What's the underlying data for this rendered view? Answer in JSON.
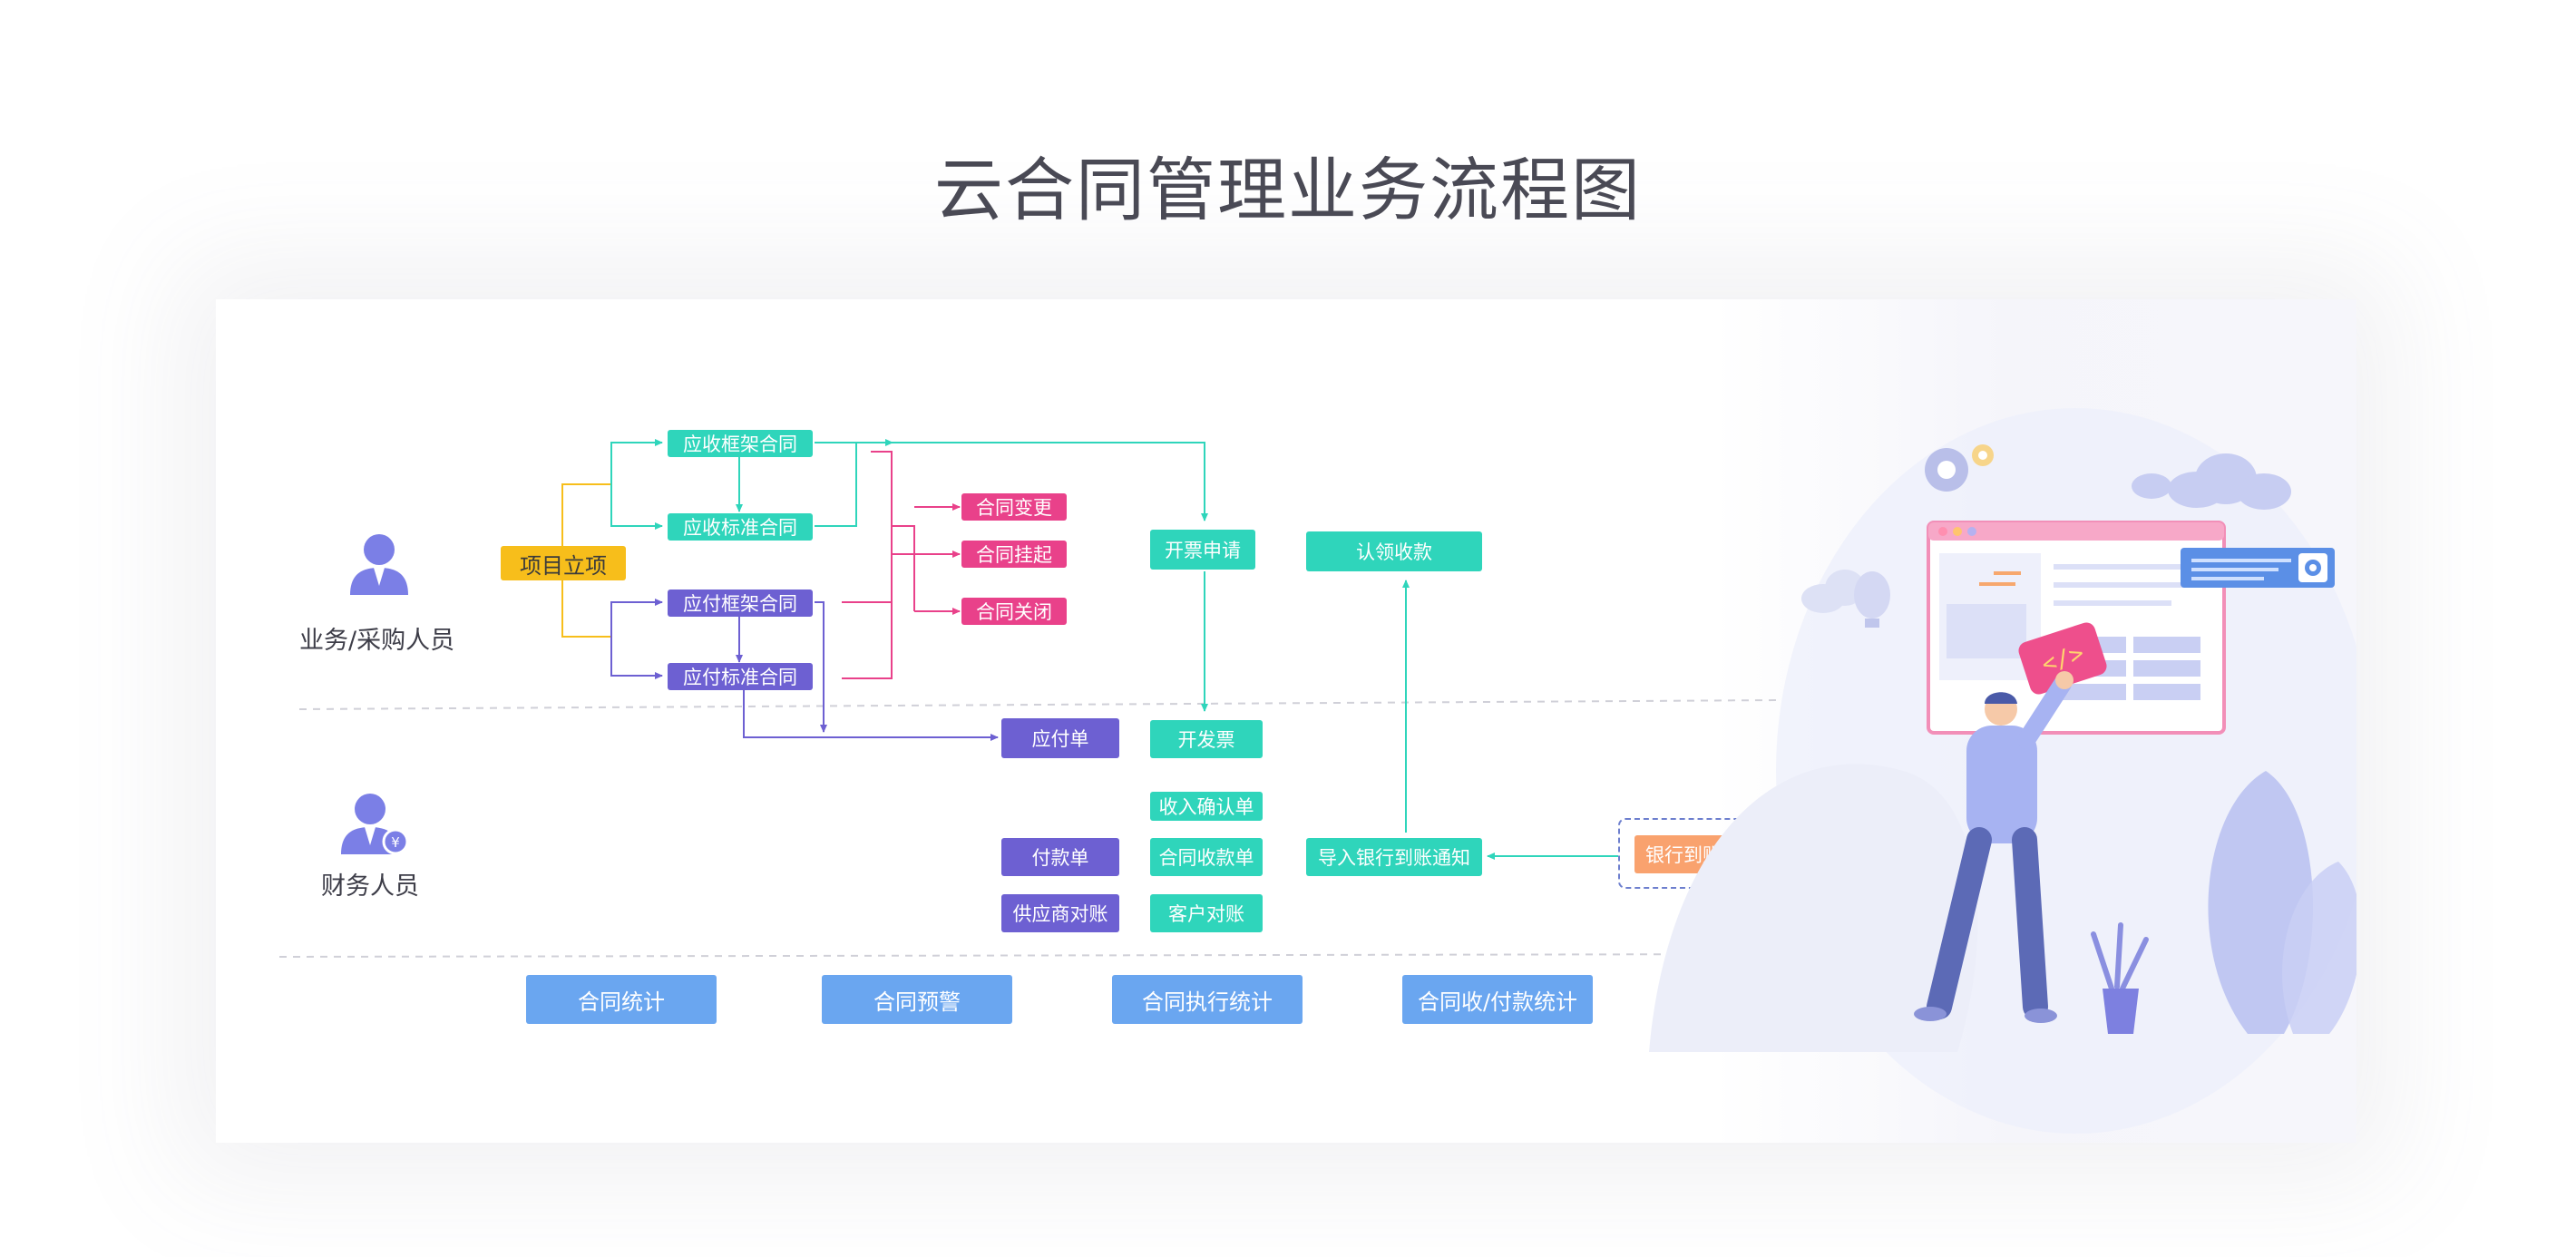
{
  "title": "云合同管理业务流程图",
  "roles": {
    "business": "业务/采购人员",
    "finance": "财务人员"
  },
  "nodes": {
    "project": "项目立项",
    "receivable_frame": "应收框架合同",
    "receivable_std": "应收标准合同",
    "payable_frame": "应付框架合同",
    "payable_std": "应付标准合同",
    "contract_change": "合同变更",
    "contract_suspend": "合同挂起",
    "contract_close": "合同关闭",
    "invoice_apply": "开票申请",
    "claim_receipt": "认领收款",
    "payable_bill": "应付单",
    "issue_invoice": "开发票",
    "income_confirm": "收入确认单",
    "payment_bill": "付款单",
    "contract_receipt": "合同收款单",
    "import_bank": "导入银行到账通知",
    "bank_flow": "银行到账流水",
    "supplier_recon": "供应商对账",
    "customer_recon": "客户对账"
  },
  "stats": [
    "合同统计",
    "合同预警",
    "合同执行统计",
    "合同收/付款统计"
  ],
  "colors": {
    "teal": "#2fd5bb",
    "purple": "#6d60d2",
    "pink": "#e9418a",
    "yellow": "#f7be1b",
    "blue": "#6aa6f0",
    "orange": "#f9a26e"
  }
}
